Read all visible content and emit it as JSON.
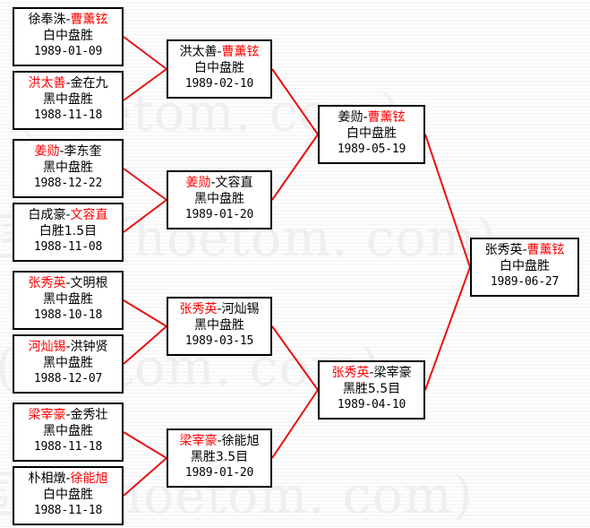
{
  "watermark": {
    "text": "围棋 (hoetom. com)",
    "color": "#f0eeee",
    "rows": [
      "围棋 (hoetom. com)",
      "围棋 (hoetom. com)",
      "围棋 (hoetom. com)",
      "围棋 (hoetom. com)"
    ]
  },
  "colors": {
    "winner": "#ff0000",
    "loser": "#000000",
    "connector": "#e81010",
    "box_border": "#000000",
    "background": "#fdfdfd"
  },
  "bracket": {
    "round1": [
      {
        "id": "r1-m1",
        "player_left": "徐奉洙",
        "player_right": "曹薰铉",
        "winner_side": "right",
        "result": "白中盘胜",
        "date": "1989-01-09"
      },
      {
        "id": "r1-m2",
        "player_left": "洪太善",
        "player_right": "金在九",
        "winner_side": "left",
        "result": "黑中盘胜",
        "date": "1988-11-18"
      },
      {
        "id": "r1-m3",
        "player_left": "姜勋",
        "player_right": "李东奎",
        "winner_side": "left",
        "result": "黑中盘胜",
        "date": "1988-12-22"
      },
      {
        "id": "r1-m4",
        "player_left": "白成豪",
        "player_right": "文容直",
        "winner_side": "right",
        "result": "白胜1.5目",
        "date": "1988-11-08"
      },
      {
        "id": "r1-m5",
        "player_left": "张秀英",
        "player_right": "文明根",
        "winner_side": "left",
        "result": "黑中盘胜",
        "date": "1988-10-18"
      },
      {
        "id": "r1-m6",
        "player_left": "河灿锡",
        "player_right": "洪钟贤",
        "winner_side": "left",
        "result": "黑中盘胜",
        "date": "1988-12-07"
      },
      {
        "id": "r1-m7",
        "player_left": "梁宰豪",
        "player_right": "金秀壮",
        "winner_side": "left",
        "result": "黑中盘胜",
        "date": "1988-11-18"
      },
      {
        "id": "r1-m8",
        "player_left": "朴相燉",
        "player_right": "徐能旭",
        "winner_side": "right",
        "result": "白中盘胜",
        "date": "1988-11-18"
      }
    ],
    "round2": [
      {
        "id": "r2-m1",
        "player_left": "洪太善",
        "player_right": "曹薰铉",
        "winner_side": "right",
        "result": "白中盘胜",
        "date": "1989-02-10"
      },
      {
        "id": "r2-m2",
        "player_left": "姜勋",
        "player_right": "文容直",
        "winner_side": "left",
        "result": "黑中盘胜",
        "date": "1989-01-20"
      },
      {
        "id": "r2-m3",
        "player_left": "张秀英",
        "player_right": "河灿锡",
        "winner_side": "left",
        "result": "黑中盘胜",
        "date": "1989-03-15"
      },
      {
        "id": "r2-m4",
        "player_left": "梁宰豪",
        "player_right": "徐能旭",
        "winner_side": "left",
        "result": "黑胜3.5目",
        "date": "1989-01-20"
      }
    ],
    "round3": [
      {
        "id": "r3-m1",
        "player_left": "姜勋",
        "player_right": "曹薰铉",
        "winner_side": "right",
        "result": "白中盘胜",
        "date": "1989-05-19"
      },
      {
        "id": "r3-m2",
        "player_left": "张秀英",
        "player_right": "梁宰豪",
        "winner_side": "left",
        "result": "黑胜5.5目",
        "date": "1989-04-10"
      }
    ],
    "final": [
      {
        "id": "r4-m1",
        "player_left": "张秀英",
        "player_right": "曹薰铉",
        "winner_side": "right",
        "result": "白中盘胜",
        "date": "1989-06-27"
      }
    ]
  },
  "connectors": [
    {
      "from": "r1-m1",
      "to": "r2-m1"
    },
    {
      "from": "r1-m2",
      "to": "r2-m1"
    },
    {
      "from": "r1-m3",
      "to": "r2-m2"
    },
    {
      "from": "r1-m4",
      "to": "r2-m2"
    },
    {
      "from": "r1-m5",
      "to": "r2-m3"
    },
    {
      "from": "r1-m6",
      "to": "r2-m3"
    },
    {
      "from": "r1-m7",
      "to": "r2-m4"
    },
    {
      "from": "r1-m8",
      "to": "r2-m4"
    },
    {
      "from": "r2-m1",
      "to": "r3-m1"
    },
    {
      "from": "r2-m2",
      "to": "r3-m1"
    },
    {
      "from": "r2-m3",
      "to": "r3-m2"
    },
    {
      "from": "r2-m4",
      "to": "r3-m2"
    },
    {
      "from": "r3-m1",
      "to": "r4-m1"
    },
    {
      "from": "r3-m2",
      "to": "r4-m1"
    }
  ]
}
